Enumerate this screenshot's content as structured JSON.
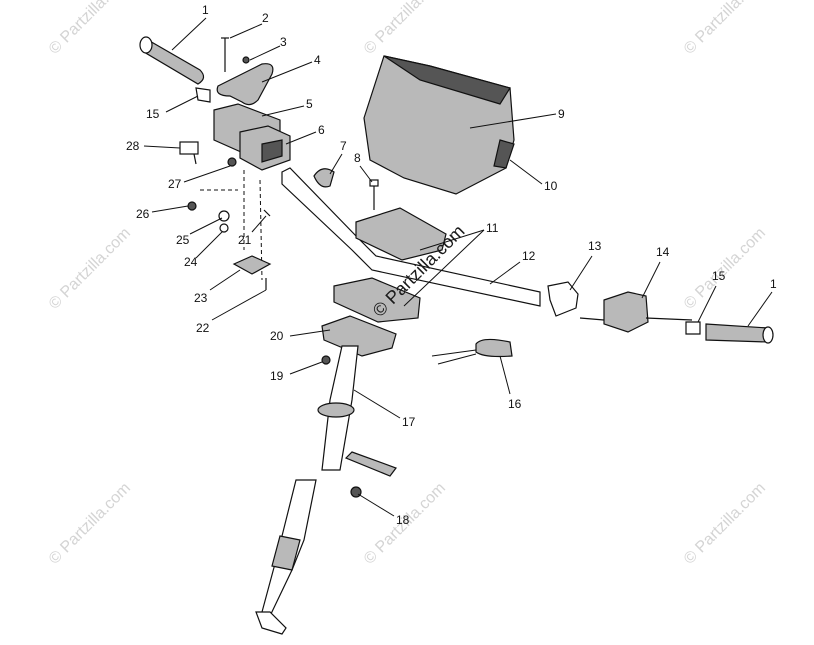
{
  "watermark": {
    "text": "© Partzilla.com",
    "center_text": "© Partzilla.com"
  },
  "callouts": [
    {
      "id": "c1a",
      "label": "1"
    },
    {
      "id": "c2",
      "label": "2"
    },
    {
      "id": "c3",
      "label": "3"
    },
    {
      "id": "c4",
      "label": "4"
    },
    {
      "id": "c5",
      "label": "5"
    },
    {
      "id": "c6",
      "label": "6"
    },
    {
      "id": "c7",
      "label": "7"
    },
    {
      "id": "c8",
      "label": "8"
    },
    {
      "id": "c9",
      "label": "9"
    },
    {
      "id": "c10",
      "label": "10"
    },
    {
      "id": "c11",
      "label": "11"
    },
    {
      "id": "c12",
      "label": "12"
    },
    {
      "id": "c13",
      "label": "13"
    },
    {
      "id": "c14",
      "label": "14"
    },
    {
      "id": "c15a",
      "label": "15"
    },
    {
      "id": "c15b",
      "label": "15"
    },
    {
      "id": "c1b",
      "label": "1"
    },
    {
      "id": "c16",
      "label": "16"
    },
    {
      "id": "c17",
      "label": "17"
    },
    {
      "id": "c18",
      "label": "18"
    },
    {
      "id": "c19",
      "label": "19"
    },
    {
      "id": "c20",
      "label": "20"
    },
    {
      "id": "c21",
      "label": "21"
    },
    {
      "id": "c22",
      "label": "22"
    },
    {
      "id": "c23",
      "label": "23"
    },
    {
      "id": "c24",
      "label": "24"
    },
    {
      "id": "c25",
      "label": "25"
    },
    {
      "id": "c26",
      "label": "26"
    },
    {
      "id": "c27",
      "label": "27"
    },
    {
      "id": "c28",
      "label": "28"
    }
  ]
}
